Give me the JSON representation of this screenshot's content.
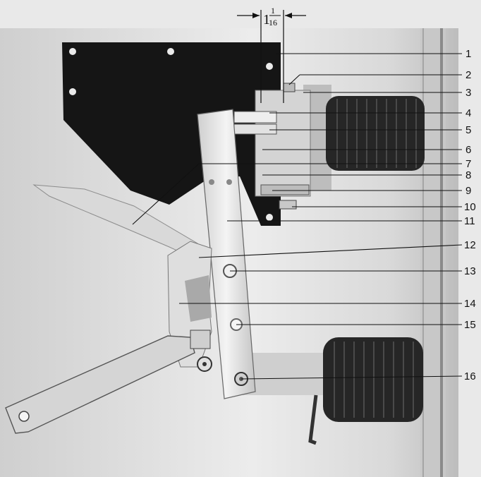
{
  "dimension": {
    "whole": "1",
    "numerator": "1",
    "denominator": "16"
  },
  "callouts": [
    {
      "number": "1"
    },
    {
      "number": "2"
    },
    {
      "number": "3"
    },
    {
      "number": "4"
    },
    {
      "number": "5"
    },
    {
      "number": "6"
    },
    {
      "number": "7"
    },
    {
      "number": "8"
    },
    {
      "number": "9"
    },
    {
      "number": "10"
    },
    {
      "number": "11"
    },
    {
      "number": "12"
    },
    {
      "number": "13"
    },
    {
      "number": "14"
    },
    {
      "number": "15"
    },
    {
      "number": "16"
    }
  ],
  "colors": {
    "background": "#e9e9e9",
    "plate": "#151515",
    "coil": "#262626",
    "metal": "#d6d6d6",
    "line": "#111111"
  }
}
